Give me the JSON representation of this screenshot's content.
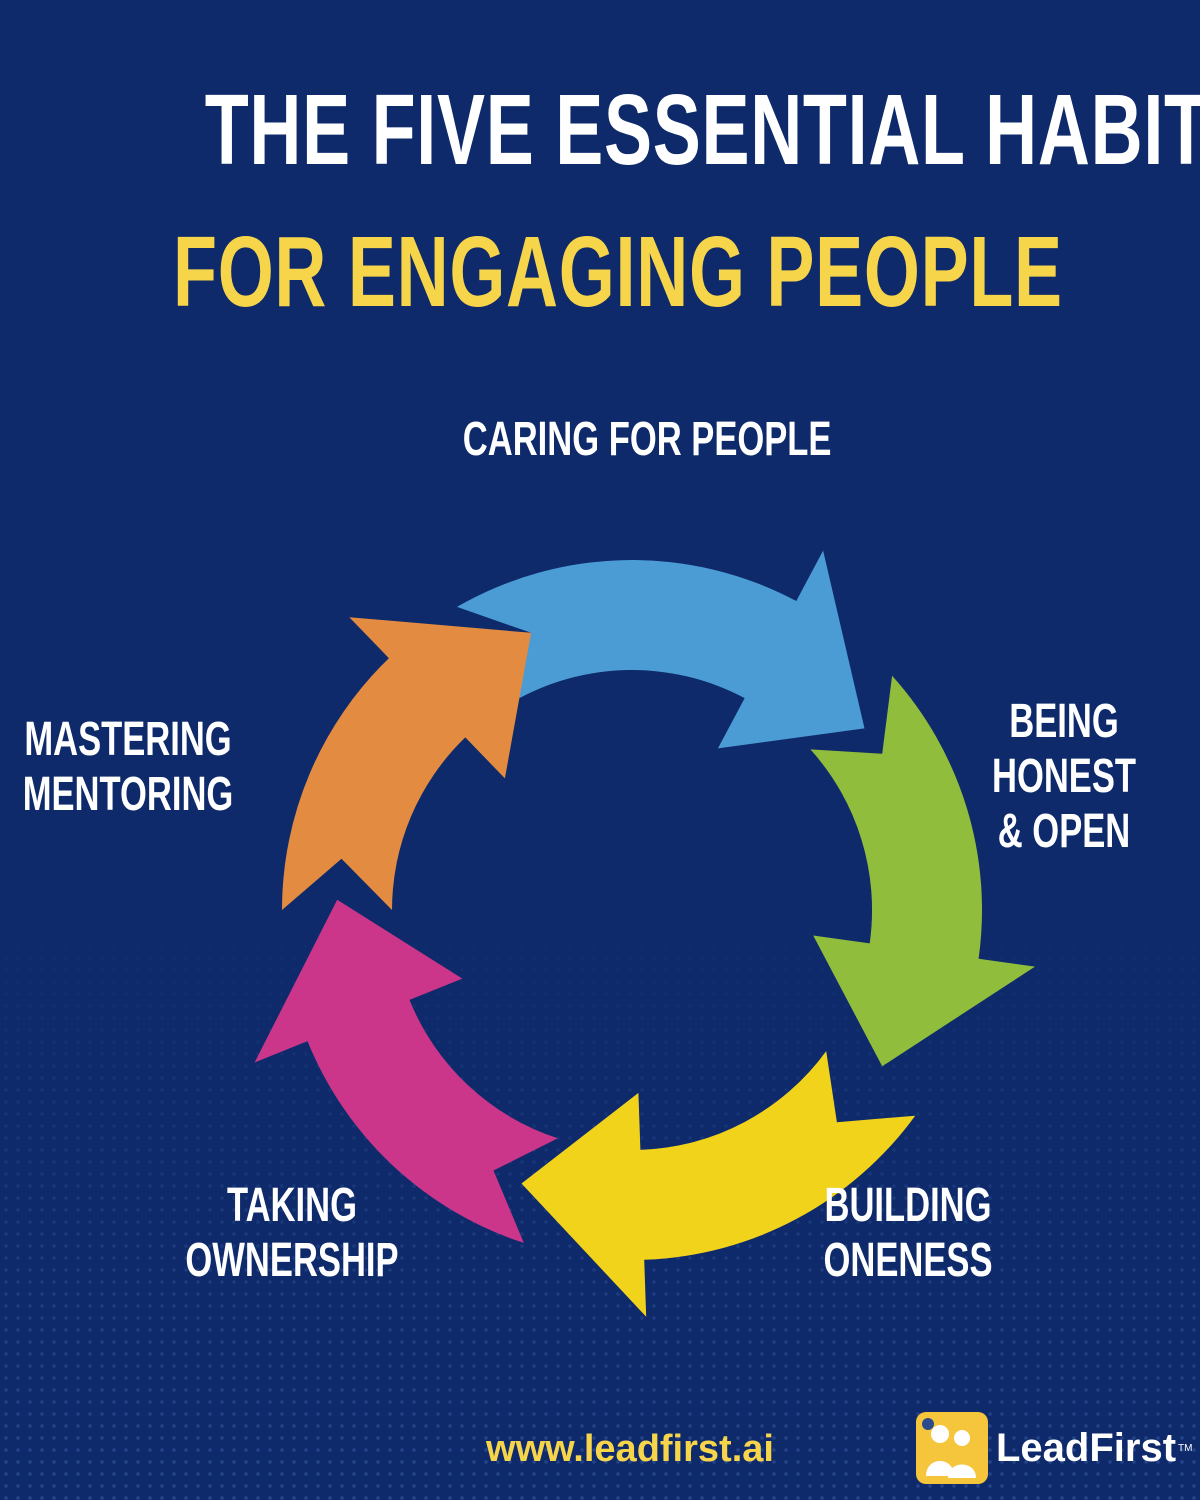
{
  "title": {
    "line1": "THE FIVE ESSENTIAL HABITS",
    "line2": "FOR ENGAGING PEOPLE"
  },
  "habits": [
    {
      "lines": [
        "CARING FOR PEOPLE"
      ],
      "color": "#4b9cd5"
    },
    {
      "lines": [
        "BEING",
        "HONEST",
        "& OPEN"
      ],
      "color": "#90bd3c"
    },
    {
      "lines": [
        "BUILDING",
        "ONENESS"
      ],
      "color": "#f2d31b"
    },
    {
      "lines": [
        "TAKING",
        "OWNERSHIP"
      ],
      "color": "#cc368a"
    },
    {
      "lines": [
        "MASTERING",
        "MENTORING"
      ],
      "color": "#e38b41"
    }
  ],
  "footer": {
    "url": "www.leadfirst.ai",
    "brand": "LeadFirst",
    "trademark": "TM"
  },
  "colors": {
    "background": "#0e2a6b",
    "title_white": "#ffffff",
    "title_yellow": "#f7d54a"
  }
}
